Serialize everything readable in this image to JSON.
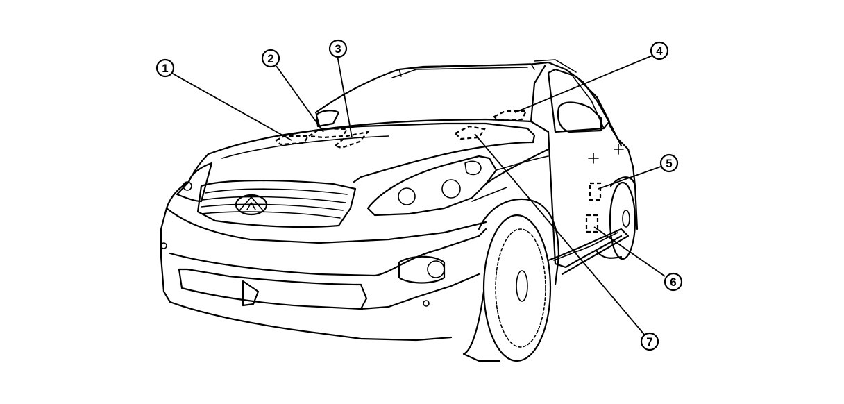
{
  "callouts": [
    {
      "id": 1,
      "label": "1"
    },
    {
      "id": 2,
      "label": "2"
    },
    {
      "id": 3,
      "label": "3"
    },
    {
      "id": 4,
      "label": "4"
    },
    {
      "id": 5,
      "label": "5"
    },
    {
      "id": 6,
      "label": "6"
    },
    {
      "id": 7,
      "label": "7"
    }
  ]
}
